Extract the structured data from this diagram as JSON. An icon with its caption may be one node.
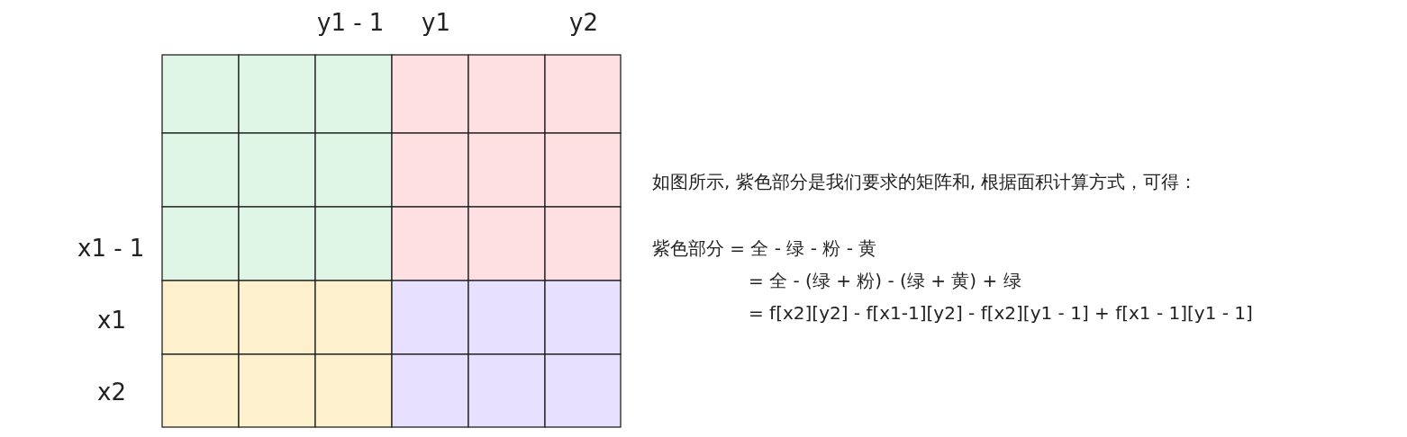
{
  "diagram": {
    "labels": [
      "y1 - 1",
      "y1",
      "y2",
      "x1 - 1",
      "x1",
      "x2",
      "如图所示, 紫色部分是我们要求的矩阵和, 根据面积计算方式，可得：",
      "紫色部分 = 全 - 绿 - 粉 - 黄",
      "= 全 - (绿 + 粉) - (绿 + 黄) + 绿",
      "= f[x2][y2] - f[x1-1][y2] - f[x2][y1 - 1] + f[x1 - 1][y1 - 1]"
    ]
  }
}
